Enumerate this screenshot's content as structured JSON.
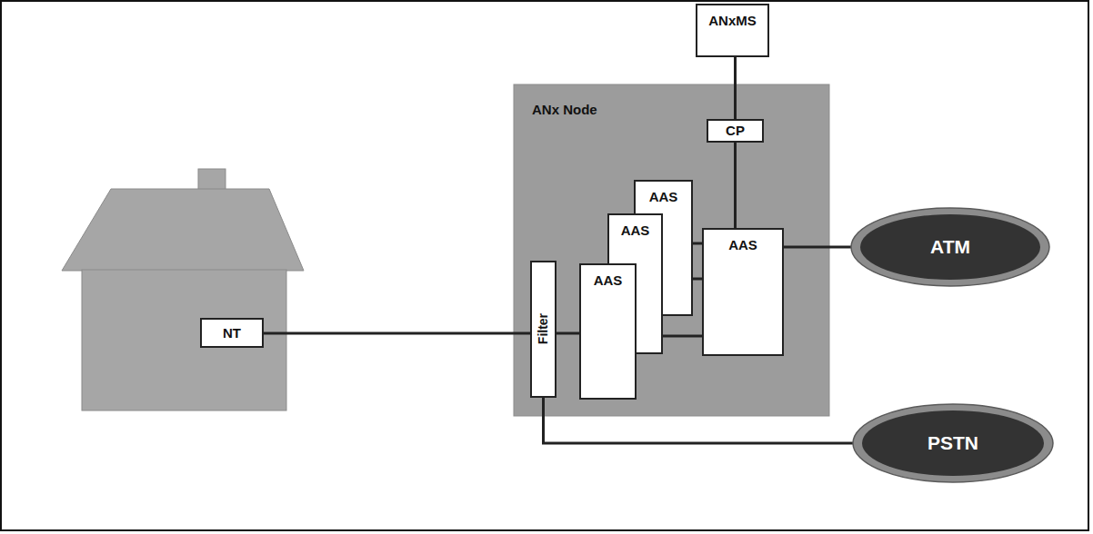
{
  "diagram": {
    "nodes": [
      {
        "text": [
          "ANxMS"
        ]
      },
      {
        "text": [
          "ANx Node"
        ]
      },
      {
        "text": [
          "CP"
        ],
        "in": 1
      },
      {
        "text": [
          "AAS"
        ],
        "in": 1
      },
      {
        "text": [
          "AAS"
        ],
        "in": 1
      },
      {
        "text": [
          "AAS"
        ],
        "in": 1
      },
      {
        "text": [
          "AAS"
        ],
        "in": 1
      },
      {
        "text": [
          "Filter"
        ],
        "in": 1
      },
      {
        "text": [
          "NT"
        ]
      },
      {
        "text": [
          "ATM"
        ]
      },
      {
        "text": [
          "PSTN"
        ]
      }
    ],
    "edges": [
      {
        "from": 0,
        "to": 2,
        "arrow": "none"
      },
      {
        "from": 2,
        "to": 6,
        "arrow": "none"
      },
      {
        "from": 8,
        "to": 7,
        "arrow": "none"
      },
      {
        "from": 7,
        "to": 5,
        "arrow": "none"
      },
      {
        "from": 3,
        "to": 6,
        "arrow": "none"
      },
      {
        "from": 4,
        "to": 6,
        "arrow": "none"
      },
      {
        "from": 5,
        "to": 6,
        "arrow": "none"
      },
      {
        "from": 6,
        "to": 9,
        "arrow": "none"
      },
      {
        "from": 7,
        "to": 10,
        "arrow": "none"
      }
    ]
  }
}
